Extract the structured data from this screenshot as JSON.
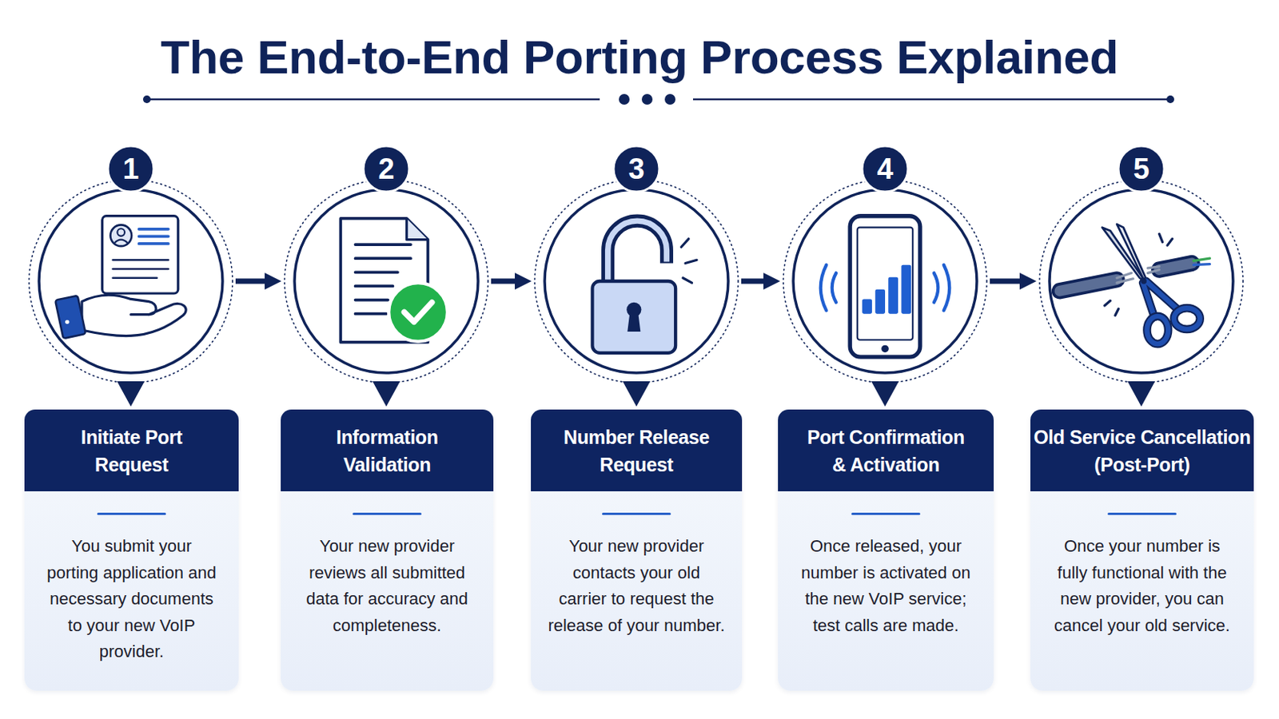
{
  "diagram": {
    "title": "The End-to-End Porting Process Explained",
    "nodes": [
      {
        "text": [
          "1"
        ]
      },
      {
        "text": [
          "2"
        ]
      },
      {
        "text": [
          "3"
        ]
      },
      {
        "text": [
          "4"
        ]
      },
      {
        "text": [
          "5"
        ]
      },
      {
        "text": [
          "Initiate Port Request",
          "You submit your porting application and necessary documents to your new VoIP provider."
        ]
      },
      {
        "text": [
          "Information Validation",
          "Your new provider reviews all submitted data for accuracy and completeness."
        ]
      },
      {
        "text": [
          "Number Release Request",
          "Your new provider contacts your old carrier to request the release of your number."
        ]
      },
      {
        "text": [
          "Port Confirmation & Activation",
          "Once released, your number is activated on the new VoIP service; test calls are made."
        ]
      },
      {
        "text": [
          "Old Service Cancellation (Post-Port)",
          "Once your number is fully functional with the new provider, you can cancel your old service."
        ]
      }
    ],
    "edges": [
      {
        "from": 0,
        "to": 1,
        "arrow": "to"
      },
      {
        "from": 1,
        "to": 2,
        "arrow": "to"
      },
      {
        "from": 2,
        "to": 3,
        "arrow": "to"
      },
      {
        "from": 3,
        "to": 4,
        "arrow": "to"
      }
    ]
  }
}
